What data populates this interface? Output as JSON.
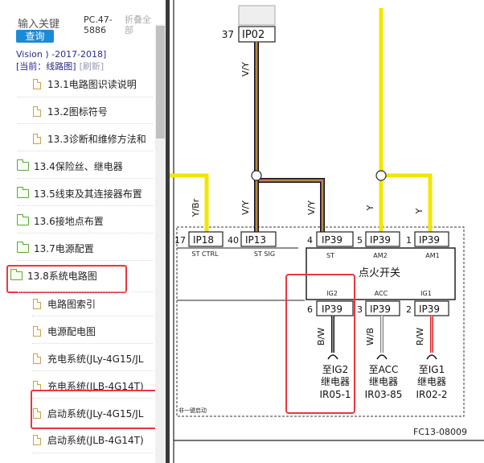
{
  "left_panel": {
    "search_label": "输入关键",
    "search_button": "查询",
    "pc_code": "PC.47-5886",
    "collapse_all": "折叠全部",
    "vision_line": "Vision ) -2017-2018]",
    "current_label": "[当前：线路图]",
    "refresh_label": "[刷新]",
    "tree_items": [
      {
        "label": "13.1电路图识读说明",
        "icon": "file-icon"
      },
      {
        "label": "13.2图标符号",
        "icon": "file-icon"
      },
      {
        "label": "13.3诊断和维修方法和",
        "icon": "file-icon"
      },
      {
        "label": "13.4保险丝、继电器",
        "icon": "folder-icon"
      },
      {
        "label": "13.5线束及其连接器布置",
        "icon": "folder-icon"
      },
      {
        "label": "13.6接地点布置",
        "icon": "folder-icon"
      },
      {
        "label": "13.7电源配置",
        "icon": "folder-icon"
      },
      {
        "label": "13.8系统电路图",
        "icon": "folder-open-icon"
      },
      {
        "label": "电路图索引",
        "icon": "file-icon"
      },
      {
        "label": "电源配电图",
        "icon": "file-icon"
      },
      {
        "label": "充电系统(JLy-4G15/JL",
        "icon": "file-icon"
      },
      {
        "label": "充电系统(JLB-4G14T)",
        "icon": "file-icon"
      },
      {
        "label": "启动系统(JLy-4G15/JL",
        "icon": "file-icon"
      },
      {
        "label": "启动系统(JLB-4G14T)",
        "icon": "file-icon"
      }
    ]
  },
  "diagram": {
    "colors": {
      "wire_black": "#111111",
      "wire_yellow": "#f2e600",
      "wire_violet": "#7a2a8e",
      "wire_red": "#e0201c",
      "wire_white": "#d9d9d9",
      "highlight": "#e8383d"
    },
    "top_connector": {
      "pin": "37",
      "name": "IP02",
      "wire": "V/Y"
    },
    "left_wire_labels": {
      "y_br": "Y/Br",
      "v_y_1": "V/Y",
      "v_y_2": "V/Y",
      "y_1": "Y",
      "y_2": "Y"
    },
    "upper_connectors": [
      {
        "pin": "17",
        "name": "IP18",
        "func": "ST CTRL"
      },
      {
        "pin": "40",
        "name": "IP13",
        "func": "ST SIG"
      },
      {
        "pin": "4",
        "name": "IP39",
        "func": "ST"
      },
      {
        "pin": "5",
        "name": "IP39",
        "func": "AM2"
      },
      {
        "pin": "1",
        "name": "IP39",
        "func": "AM1"
      }
    ],
    "switch_name": "点火开关",
    "switch_terminals": [
      "IG2",
      "ACC",
      "IG1"
    ],
    "lower_connectors": [
      {
        "pin": "6",
        "name": "IP39",
        "wire": "B/W",
        "dest_line1": "至IG2",
        "dest_line2": "继电器",
        "dest_line3": "IR05-1"
      },
      {
        "pin": "3",
        "name": "IP39",
        "wire": "W/B",
        "dest_line1": "至ACC",
        "dest_line2": "继电器",
        "dest_line3": "IR03-85"
      },
      {
        "pin": "2",
        "name": "IP39",
        "wire": "R/W",
        "dest_line1": "至IG1",
        "dest_line2": "继电器",
        "dest_line3": "IR02-2"
      }
    ],
    "non_keyless_label": "非一键启动",
    "figure_code": "FC13-08009"
  }
}
